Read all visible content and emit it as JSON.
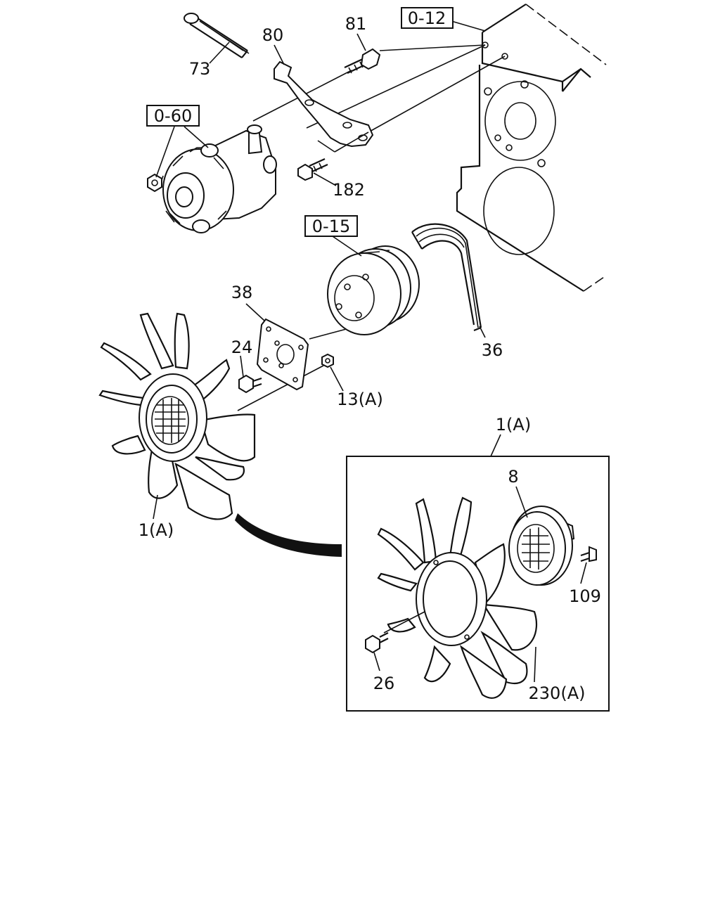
{
  "diagram": {
    "refs": {
      "r_0_12": "0-12",
      "r_0_60": "0-60",
      "r_0_15": "0-15"
    },
    "labels": {
      "p73": "73",
      "p80": "80",
      "p81": "81",
      "p182": "182",
      "p38": "38",
      "p24": "24",
      "p13a": "13(A)",
      "p36": "36",
      "p1a_main": "1(A)",
      "p1a_detail": "1(A)",
      "p8": "8",
      "p109": "109",
      "p26": "26",
      "p230a": "230(A)"
    }
  }
}
